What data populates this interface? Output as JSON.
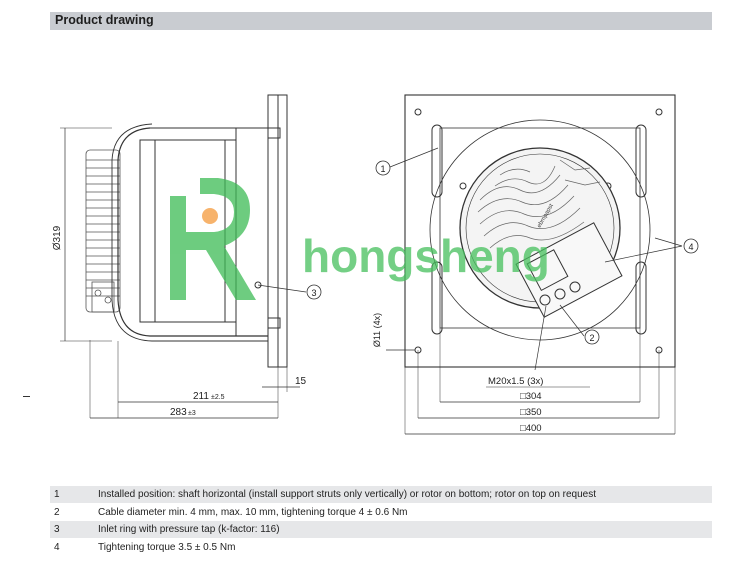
{
  "header": {
    "title": "Product drawing"
  },
  "watermark": {
    "text": "hongsheng",
    "color": "#2fb14a"
  },
  "side_view": {
    "dim_diameter": "Ø319",
    "dim_211": "211",
    "dim_211_tol": "±2.5",
    "dim_283": "283",
    "dim_283_tol": "±3",
    "dim_15": "15",
    "callout": "3"
  },
  "front_view": {
    "dim_hole": "Ø11 (4x)",
    "thread": "M20x1.5 (3x)",
    "dim_304": "□304",
    "dim_350": "□350",
    "dim_400": "□400",
    "callout_1": "1",
    "callout_2": "2",
    "callout_4": "4",
    "label_brand": "ebmpapst"
  },
  "notes": [
    {
      "num": "1",
      "text": "Installed position: shaft horizontal (install support struts only vertically) or rotor on bottom; rotor on top on request"
    },
    {
      "num": "2",
      "text": "Cable diameter min. 4 mm, max. 10 mm, tightening torque 4 ± 0.6 Nm"
    },
    {
      "num": "3",
      "text": "Inlet ring with pressure tap (k-factor: 116)"
    },
    {
      "num": "4",
      "text": "Tightening torque 3.5 ± 0.5 Nm"
    }
  ]
}
